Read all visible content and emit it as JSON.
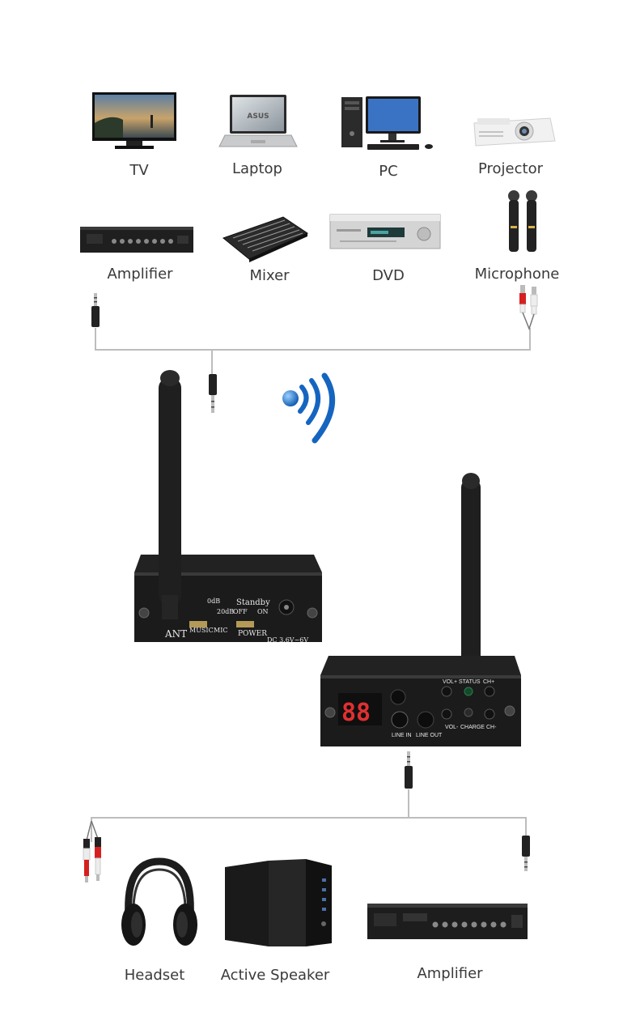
{
  "sources": {
    "tv": "TV",
    "laptop": "Laptop",
    "pc": "PC",
    "projector": "Projector",
    "amplifier": "Amplifier",
    "mixer": "Mixer",
    "dvd": "DVD",
    "microphone": "Microphone"
  },
  "laptop_logo": "ASUS",
  "transmitter": {
    "ant": "ANT",
    "db0": "0dB",
    "db20": "20dB",
    "music": "MUSIC",
    "mic": "MIC",
    "standby": "Standby",
    "off": "OFF",
    "on": "ON",
    "power": "POWER",
    "dc": "DC  3.6V~6V"
  },
  "receiver": {
    "vol_plus": "VOL+",
    "status": "STATUS",
    "ch_plus": "CH+",
    "vol_minus": "VOL-",
    "charge": "CHARGE",
    "ch_minus": "CH-",
    "line_in": "LINE IN",
    "line_out": "LINE OUT",
    "display": "88"
  },
  "outputs": {
    "headset": "Headset",
    "active_speaker": "Active Speaker",
    "amplifier": "Amplifier"
  }
}
